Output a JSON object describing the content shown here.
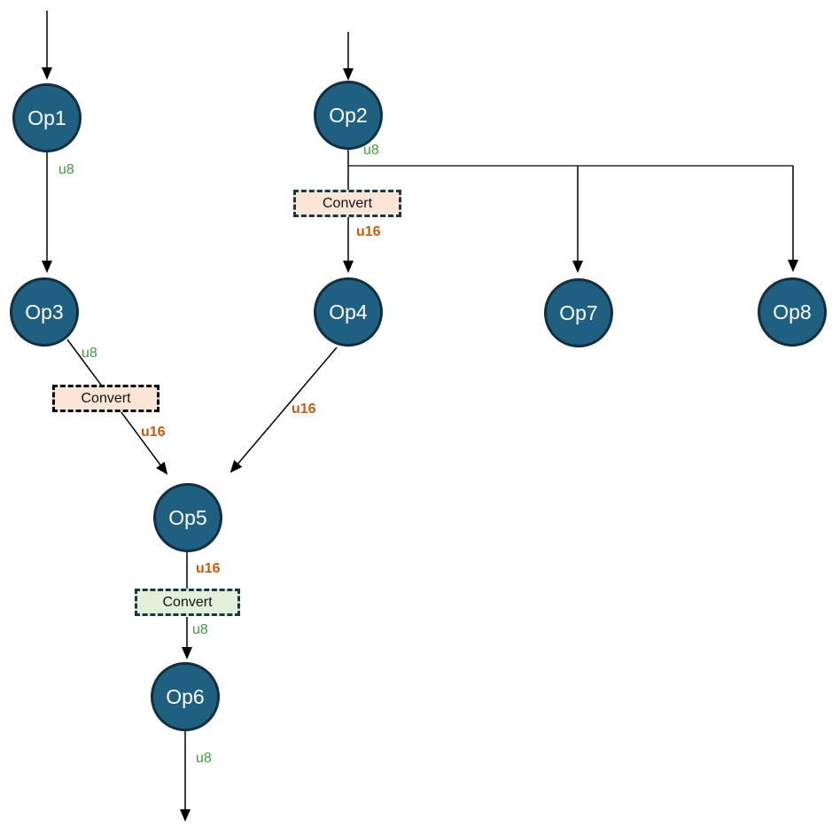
{
  "diagram": {
    "type": "dataflow-graph",
    "nodes": [
      {
        "id": "op1",
        "label": "Op1"
      },
      {
        "id": "op2",
        "label": "Op2"
      },
      {
        "id": "op3",
        "label": "Op3"
      },
      {
        "id": "op4",
        "label": "Op4"
      },
      {
        "id": "op5",
        "label": "Op5"
      },
      {
        "id": "op6",
        "label": "Op6"
      },
      {
        "id": "op7",
        "label": "Op7"
      },
      {
        "id": "op8",
        "label": "Op8"
      }
    ],
    "convert_boxes": [
      {
        "label": "Convert",
        "fill": "#fbe5d6",
        "border": "#16384a",
        "between": "Op2 and Op4"
      },
      {
        "label": "Convert",
        "fill": "#fbe5d6",
        "border": "#000000",
        "between": "Op3 and Op5"
      },
      {
        "label": "Convert",
        "fill": "#e2f0d9",
        "border": "#16384a",
        "between": "Op5 and Op6"
      }
    ],
    "edge_labels": [
      {
        "text": "u8",
        "type": "u8",
        "edge": "input Op1 to Op3"
      },
      {
        "text": "u8",
        "type": "u8",
        "edge": "Op2 output branch"
      },
      {
        "text": "u16",
        "type": "u16",
        "edge": "Convert to Op4"
      },
      {
        "text": "u8",
        "type": "u8",
        "edge": "Op3 to Convert"
      },
      {
        "text": "u16",
        "type": "u16",
        "edge": "Convert to Op5"
      },
      {
        "text": "u16",
        "type": "u16",
        "edge": "Op4 to Op5"
      },
      {
        "text": "u16",
        "type": "u16",
        "edge": "Op5 to Convert"
      },
      {
        "text": "u8",
        "type": "u8",
        "edge": "Convert to Op6"
      },
      {
        "text": "u8",
        "type": "u8",
        "edge": "Op6 output"
      }
    ],
    "colors": {
      "node_fill": "#1f5f80",
      "node_border": "#122e40",
      "node_text": "#ffffff",
      "u8_label": "#3f9b41",
      "u16_label": "#c55a11",
      "convert_peach_fill": "#fbe5d6",
      "convert_green_fill": "#e2f0d9",
      "convert_border_teal": "#16384a",
      "convert_border_black": "#000000",
      "edge_line": "#000000"
    }
  }
}
